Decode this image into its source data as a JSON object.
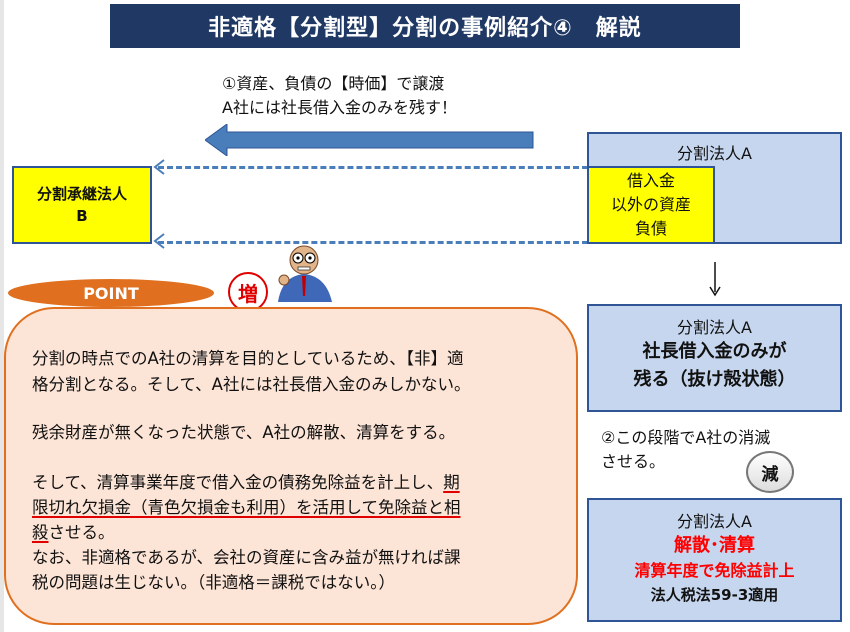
{
  "title": "非適格【分割型】分割の事例紹介④　解説",
  "transfer_note": {
    "line1": "①資産、負債の【時価】で譲渡",
    "line2": "A社には社長借入金のみを残す！"
  },
  "company_b": {
    "line1": "分割承継法人",
    "line2": "B"
  },
  "company_a_top": {
    "title": "分割法人A",
    "inner": [
      "借入金",
      "以外の資産",
      "負債"
    ]
  },
  "company_a_mid": {
    "title": "分割法人A",
    "line1": "社長借入金のみが",
    "line2": "残る（抜け殻状態）"
  },
  "step2_note": {
    "line1": "②この段階でA社の消滅",
    "line2": "させる。"
  },
  "badges": {
    "increase": "増",
    "decrease": "減"
  },
  "company_a_bottom": {
    "title": "分割法人A",
    "line1": "解散･清算",
    "line2": "清算年度で免除益計上",
    "line3": "法人税法59-3適用"
  },
  "point": {
    "label": "POINT",
    "p1a": "分割の時点でのA社の清算を目的としているため、【非】適",
    "p1b": "格分割となる。そして、A社には社長借入金のみしかない。",
    "p2": "残余財産が無くなった状態で、A社の解散、清算をする。",
    "p3a_plain": "そして、清算事業年度で借入金の債務免除益を計上し、",
    "p3a_ul": "期",
    "p3b_ul": "限切れ欠損金（青色欠損金も利用）を活用して免除益と相",
    "p3c_ul": "殺",
    "p3c_plain": "させる。",
    "p4a": "なお、非適格であるが、会社の資産に含み益が無ければ課",
    "p4b": "税の問題は生じない。（非適格＝課税ではない。）"
  },
  "colors": {
    "title_bg": "#1f3864",
    "box_bg": "#c5d6ee",
    "yellow": "#ffff00",
    "orange": "#e07020",
    "red": "#ff0000"
  }
}
